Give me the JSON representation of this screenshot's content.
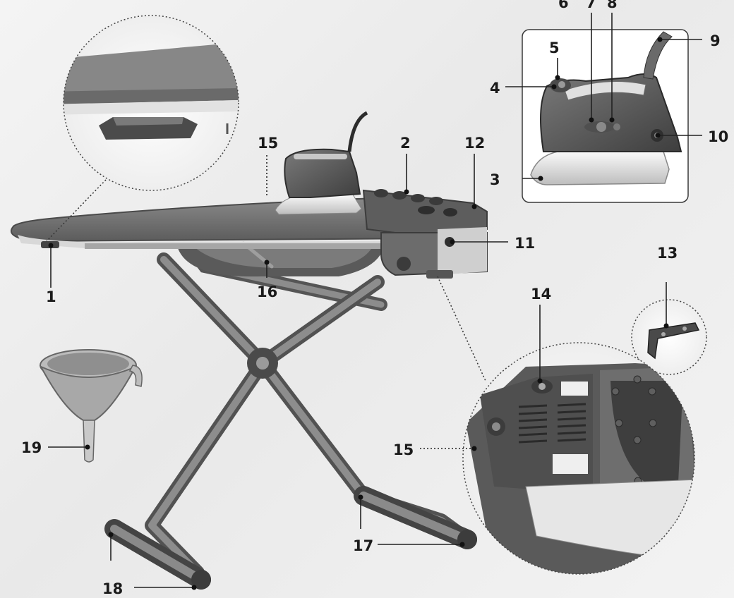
{
  "callouts": [
    "1",
    "2",
    "3",
    "4",
    "5",
    "6",
    "7",
    "8",
    "9",
    "10",
    "11",
    "12",
    "13",
    "14",
    "15",
    "16",
    "17",
    "18",
    "19"
  ],
  "colors": {
    "board_top": "#7c7c7c",
    "body_dark": "#5e5e5e",
    "frame": "#6f6f6f",
    "light_metal": "#dcdcdc",
    "leader_line": "#222222"
  }
}
